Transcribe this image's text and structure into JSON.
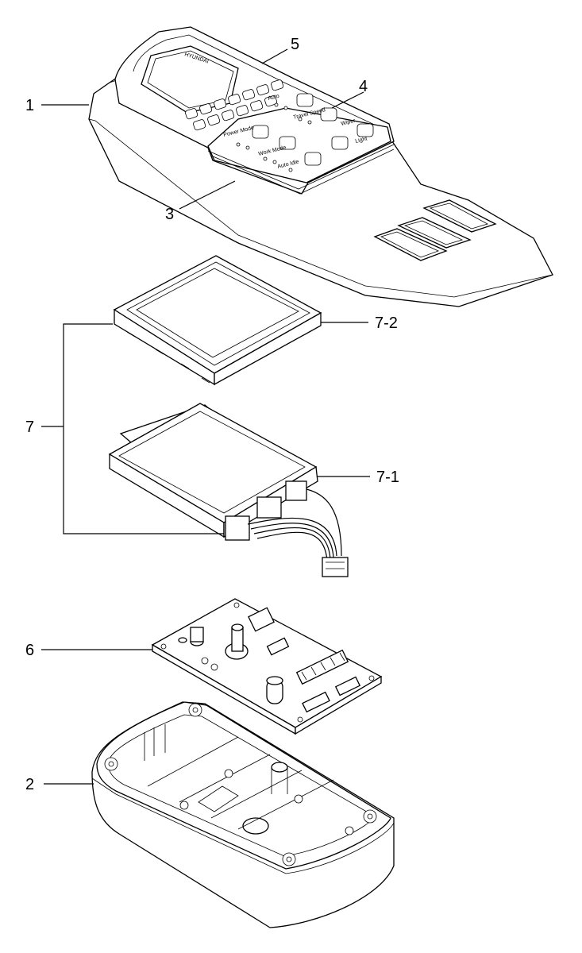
{
  "brand_text": "HYUNDAI",
  "panel_texts": {
    "power_mode": "Power Mode",
    "work_mode": "Work Mode",
    "travel_speed": "Travel Speed",
    "auto_idle": "Auto Idle",
    "auto": "Auto",
    "wiper": "Wiper",
    "light": "Light"
  },
  "callouts": [
    {
      "id": "c1",
      "text": "1"
    },
    {
      "id": "c2",
      "text": "2"
    },
    {
      "id": "c3",
      "text": "3"
    },
    {
      "id": "c4",
      "text": "4"
    },
    {
      "id": "c5",
      "text": "5"
    },
    {
      "id": "c6",
      "text": "6"
    },
    {
      "id": "c7",
      "text": "7"
    },
    {
      "id": "c71",
      "text": "7-1"
    },
    {
      "id": "c72",
      "text": "7-2"
    }
  ]
}
